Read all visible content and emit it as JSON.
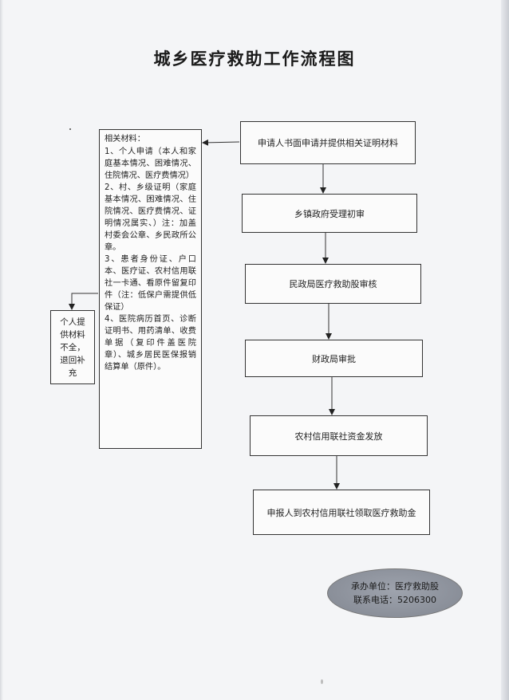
{
  "title": "城乡医疗救助工作流程图",
  "steps": [
    "申请人书面申请并提供相关证明材料",
    "乡镇政府受理初审",
    "民政局医疗救助股审核",
    "财政局审批",
    "农村信用联社资金发放",
    "申报人到农村信用联社领取医疗救助金"
  ],
  "materials": {
    "header": "相关材料：",
    "items": [
      "1、个人申请（本人和家庭基本情况、困难情况、住院情况、医疗费情况）",
      "2、村、乡级证明（家庭基本情况、困难情况、住院情况、医疗费情况、证明情况属实、）注：加盖村委会公章、乡民政所公章。",
      "3、患者身份证、户口本、医疗证、农村信用联社一卡通、看原件留复印件（注：低保户需提供低保证）",
      "4、医院病历首页、诊断证明书、用药清单、收费单据（复印件盖医院章）、城乡居民医保报销结算单（原件）。"
    ]
  },
  "reject_note": "个人提供材料不全，退回补充",
  "stamp": {
    "unit": "承办单位：医疗救助股",
    "phone": "联系电话：5206300"
  }
}
